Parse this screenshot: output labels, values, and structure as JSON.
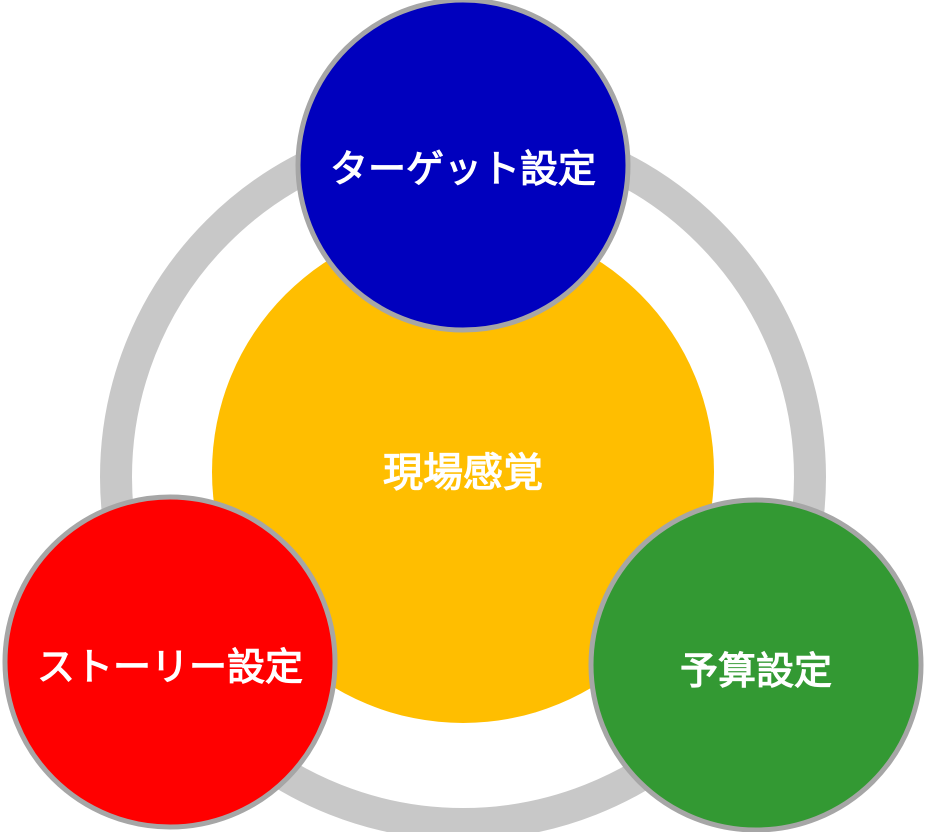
{
  "diagram": {
    "center": {
      "label": "現場感覚",
      "color": "#FFBE00"
    },
    "nodes": [
      {
        "id": "target",
        "label": "ターゲット設定",
        "color": "#0000BE"
      },
      {
        "id": "story",
        "label": "ストーリー設定",
        "color": "#FF0000"
      },
      {
        "id": "budget",
        "label": "予算設定",
        "color": "#339933"
      }
    ],
    "ring_color": "#C8C8C8",
    "outline_color": "#A6A6A6"
  }
}
